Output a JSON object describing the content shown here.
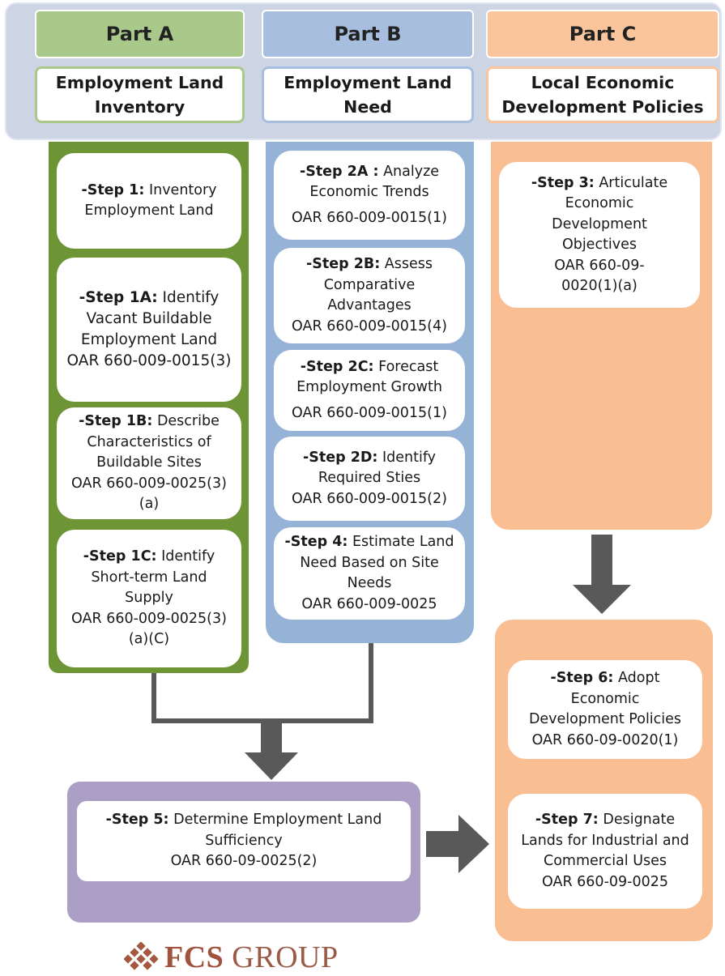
{
  "parts": [
    {
      "tab": "Part A",
      "title": "Employment Land Inventory",
      "color": "#a9c98a",
      "panel": "#6e9535"
    },
    {
      "tab": "Part B",
      "title": "Employment  Land Need",
      "color": "#9fb7d9",
      "panel": "#95b3d7"
    },
    {
      "tab": "Part C",
      "title": "Local Economic Development Policies",
      "color": "#fac59c",
      "panel": "#f9bf93"
    }
  ],
  "steps": {
    "s1": {
      "label": "-Step 1:",
      "text": "Inventory Employment Land",
      "oar": ""
    },
    "s1a": {
      "label": "-Step 1A:",
      "text": "Identify Vacant Buildable Employment Land",
      "oar": "OAR 660-009-0015(3)"
    },
    "s1b": {
      "label": "-Step 1B:",
      "text": "Describe Characteristics of Buildable Sites",
      "oar": "OAR 660-009-0025(3)(a)"
    },
    "s1c": {
      "label": "-Step 1C:",
      "text": "Identify Short-term Land Supply",
      "oar": "OAR 660-009-0025(3)(a)(C)"
    },
    "s2a": {
      "label": "-Step 2A :",
      "text": "Analyze Economic Trends",
      "oar": "OAR 660-009-0015(1)"
    },
    "s2b": {
      "label": "-Step 2B:",
      "text": "Assess Comparative Advantages",
      "oar": "OAR 660-009-0015(4)"
    },
    "s2c": {
      "label": "-Step 2C:",
      "text": "Forecast Employment Growth",
      "oar": "OAR 660-009-0015(1)"
    },
    "s2d": {
      "label": "-Step 2D:",
      "text": "Identify Required Sties",
      "oar": "OAR 660-009-0015(2)"
    },
    "s4": {
      "label": "-Step 4:",
      "text": "Estimate Land Need Based on Site Needs",
      "oar": "OAR 660-009-0025"
    },
    "s3": {
      "label": "-Step 3:",
      "text": "Articulate Economic Development Objectives",
      "oar": "OAR 660-09-0020(1)(a)"
    },
    "s5": {
      "label": "-Step 5:",
      "text": "Determine Employment Land Sufficiency",
      "oar": "OAR 660-09-0025(2)"
    },
    "s6": {
      "label": "-Step 6:",
      "text": "Adopt Economic Development Policies",
      "oar": "OAR 660-09-0020(1)"
    },
    "s7": {
      "label": "-Step 7:",
      "text": "Designate Lands for Industrial and Commercial Uses",
      "oar": "OAR 660-09-0025"
    }
  },
  "logo": {
    "text_bold": "FCS",
    "text_regular": " GROUP",
    "color": "#9b5a46"
  }
}
